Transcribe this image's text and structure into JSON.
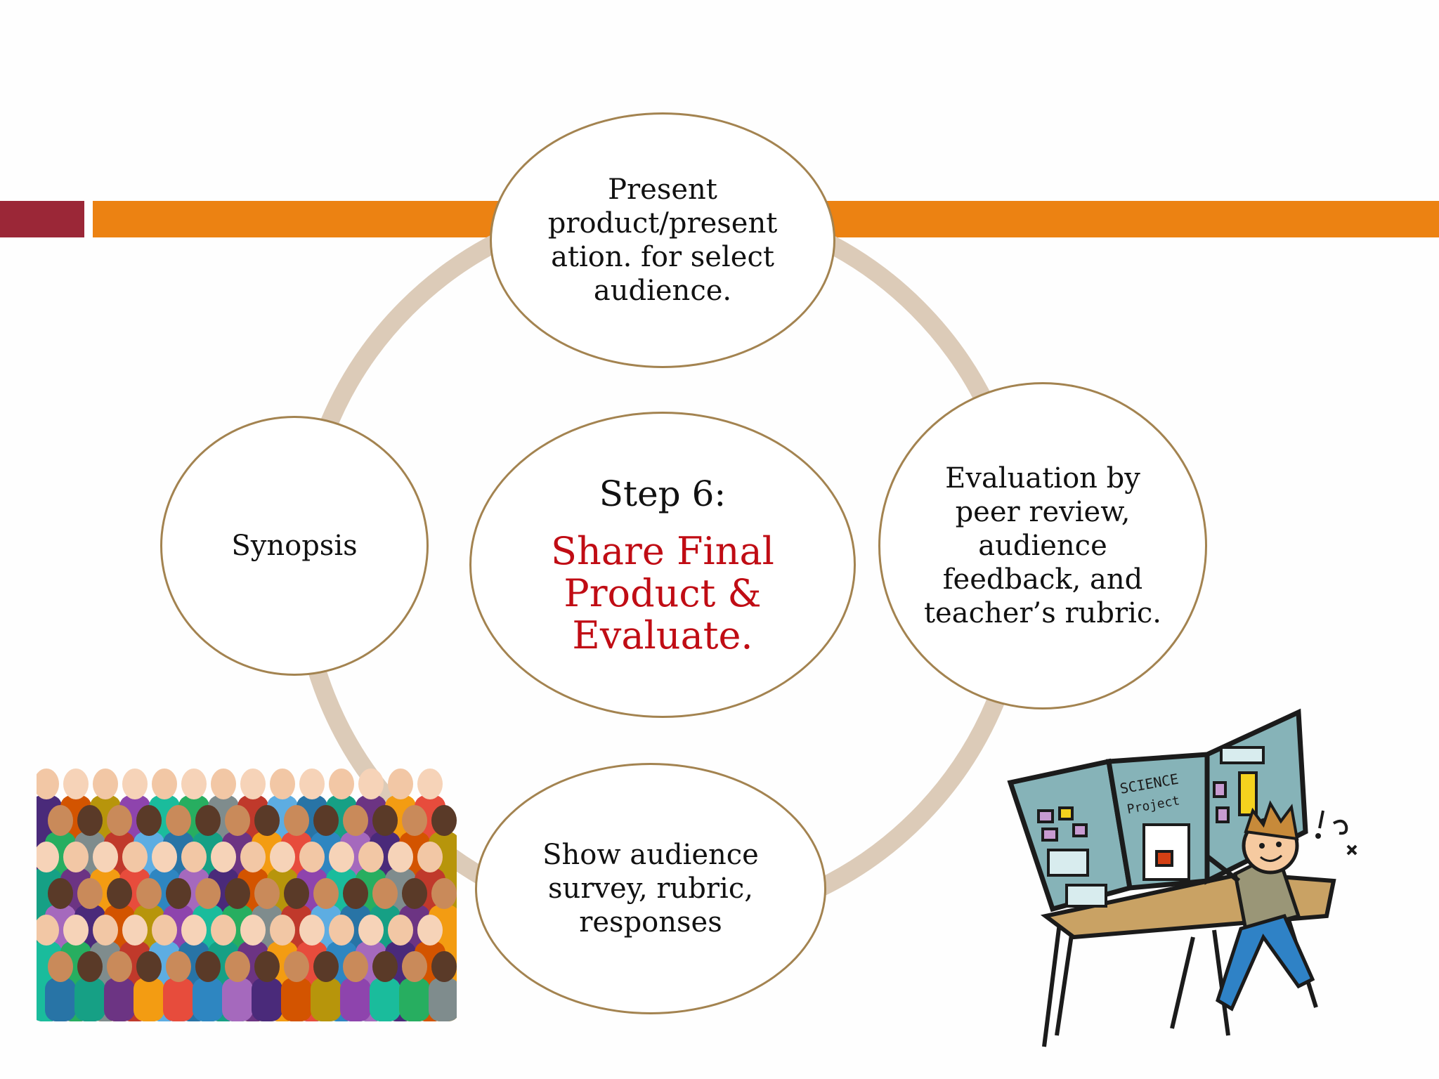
{
  "colors": {
    "accent_red": "#9b2737",
    "accent_orange": "#ec8212",
    "ring": "#dccbb8",
    "node_border": "#a38350",
    "title_red": "#c00c14"
  },
  "cycle": {
    "center": {
      "step_label": "Step 6:",
      "title": "Share Final Product & Evaluate."
    },
    "nodes": {
      "top": "Present product/present ation. for select audience.",
      "right": "Evaluation by peer review, audience feedback, and teacher’s rubric.",
      "bottom": "Show audience survey, rubric, responses",
      "left": "Synopsis"
    }
  },
  "illustrations": {
    "crowd": "crowd-illustration",
    "science": "science-project-illustration",
    "poster_title": "SCIENCE",
    "poster_subtitle": "Project"
  }
}
